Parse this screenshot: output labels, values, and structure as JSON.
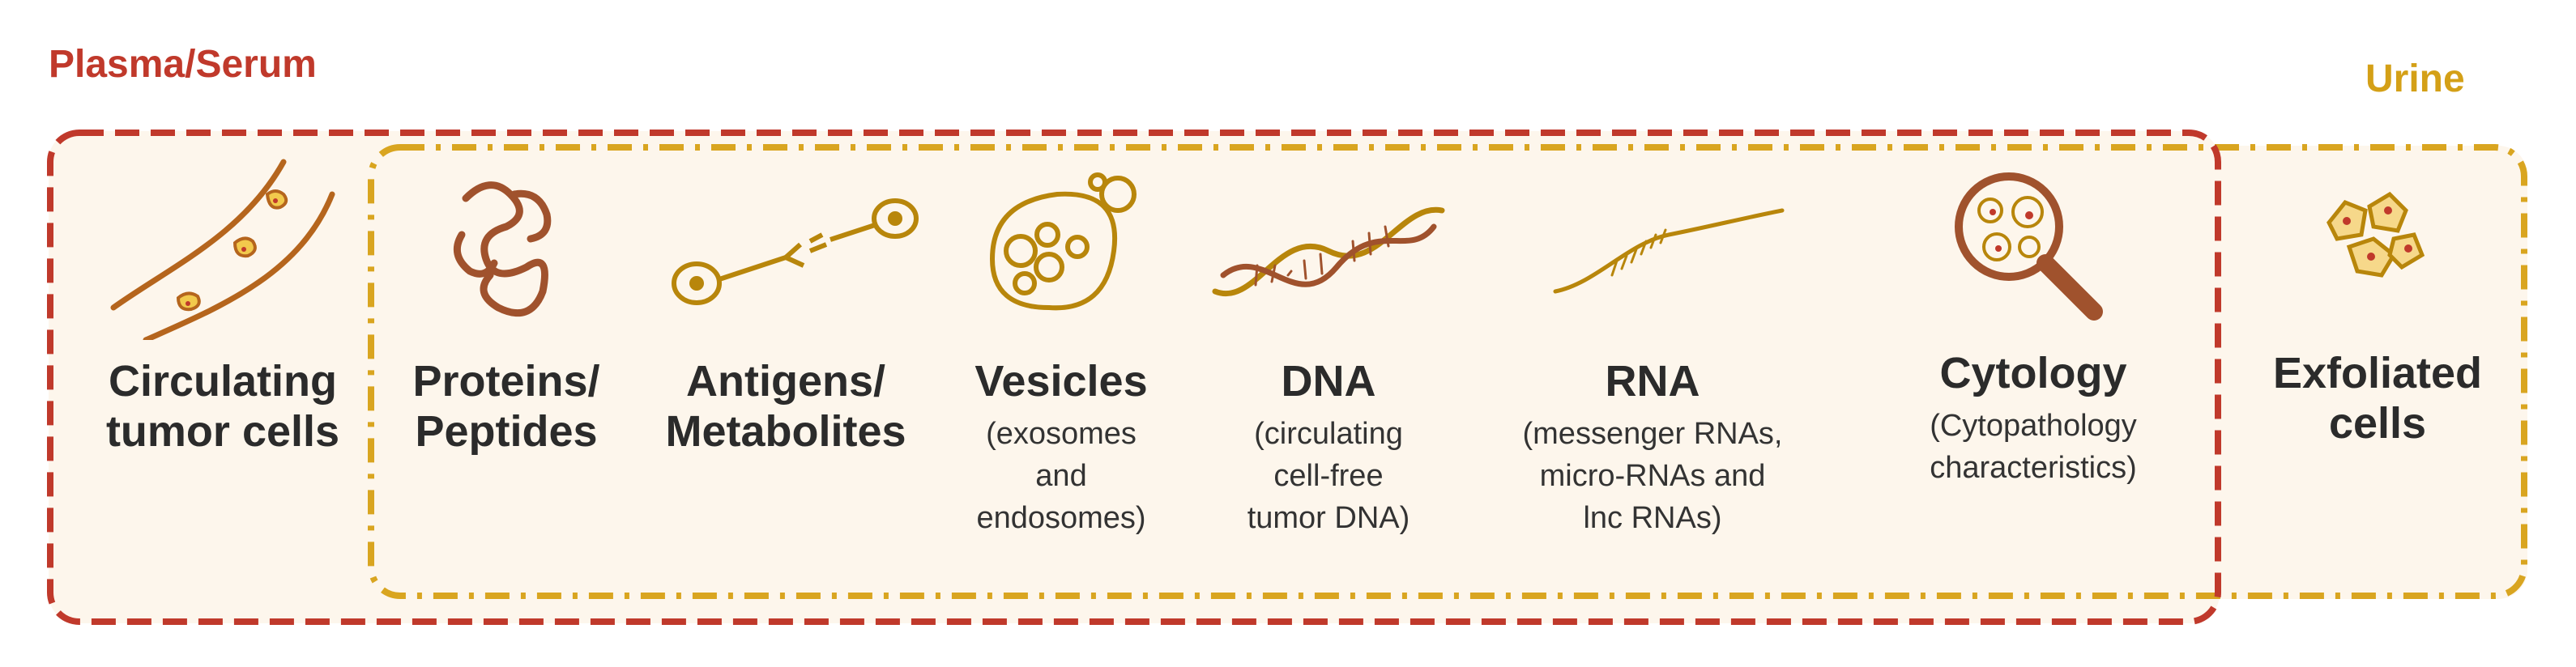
{
  "groups": {
    "plasma_label": "Plasma/Serum",
    "urine_label": "Urine",
    "plasma_color": "#c0392b",
    "urine_color": "#d4a017"
  },
  "items": [
    {
      "key": "ctc",
      "icon": "blood-vessel-cells-icon",
      "title": "Circulating\ntumor cells",
      "sub": ""
    },
    {
      "key": "proteins",
      "icon": "protein-coil-icon",
      "title": "Proteins/\nPeptides",
      "sub": ""
    },
    {
      "key": "antigens",
      "icon": "antigen-receptor-icon",
      "title": "Antigens/\nMetabolites",
      "sub": ""
    },
    {
      "key": "vesicles",
      "icon": "vesicle-icon",
      "title": "Vesicles",
      "sub": "(exosomes\nand\nendosomes)"
    },
    {
      "key": "dna",
      "icon": "dna-helix-icon",
      "title": "DNA",
      "sub": "(circulating\ncell-free\ntumor DNA)"
    },
    {
      "key": "rna",
      "icon": "rna-strand-icon",
      "title": "RNA",
      "sub": "(messenger RNAs,\nmicro-RNAs and\nlnc RNAs)"
    },
    {
      "key": "cytology",
      "icon": "magnifier-cells-icon",
      "title": "Cytology",
      "sub": "(Cytopathology\ncharacteristics)"
    },
    {
      "key": "exfoliated",
      "icon": "exfoliated-cells-icon",
      "title": "Exfoliated\ncells",
      "sub": ""
    }
  ]
}
